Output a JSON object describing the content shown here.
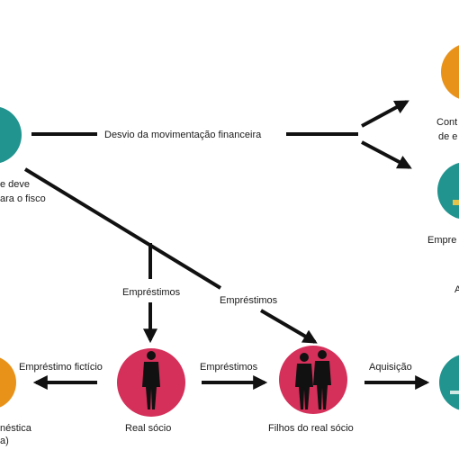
{
  "colors": {
    "teal": "#21948f",
    "orange": "#e8921a",
    "crimson": "#d4305a",
    "arrow": "#111111"
  },
  "edges": {
    "desvio": "Desvio da movimentação financeira",
    "emprestimos_down": "Empréstimos",
    "emprestimos_diag": "Empréstimos",
    "emprestimo_ficticio": "Empréstimo fictício",
    "emprestimos_right": "Empréstimos",
    "aquisicao": "Aquisição"
  },
  "nodes": {
    "empresa_devedora": {
      "line1": "e deve",
      "line2": "ara o fisco"
    },
    "conta_top_right": {
      "line1": "Cont",
      "line2": "de e"
    },
    "empresa_right": {
      "line1": "Empre"
    },
    "partial_right_mid": {
      "line1": "A"
    },
    "domestica_left": {
      "line1": "néstica",
      "line2": "a)"
    },
    "real_socio": {
      "label": "Real sócio"
    },
    "filhos": {
      "label": "Filhos do real sócio"
    }
  }
}
